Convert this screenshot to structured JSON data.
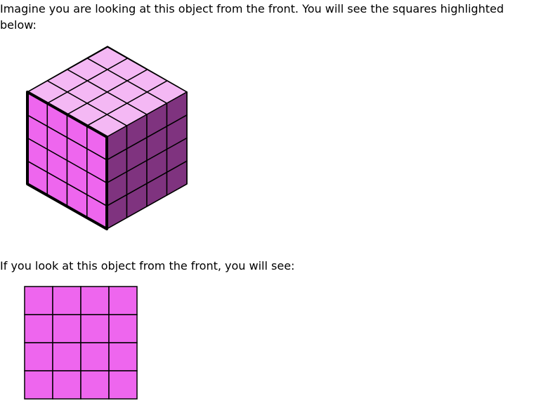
{
  "prompt_text": "Imagine you are looking at this object from the front. You will see the squares highlighted below:",
  "caption_text": "If you look at this object from the front, you will see:",
  "cube": {
    "grid_size": 4,
    "colors": {
      "top": "#f4b8f4",
      "front": "#ee66ee",
      "side": "#7f337f",
      "edge": "#000000"
    }
  },
  "front_view": {
    "rows": 4,
    "cols": 4,
    "fill": "#ee66ee",
    "edge": "#000000"
  }
}
